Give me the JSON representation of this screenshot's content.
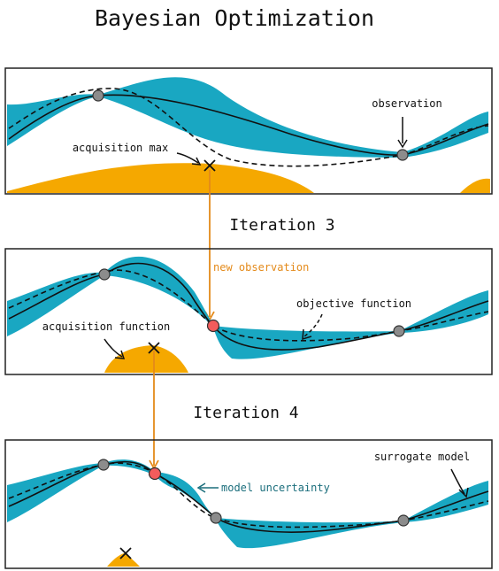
{
  "title": "Bayesian Optimization",
  "iteration_labels": [
    "Iteration 3",
    "Iteration 4"
  ],
  "annotations": {
    "observation": "observation",
    "acquisition_max": "acquisition max",
    "new_observation": "new observation",
    "objective_function": "objective function",
    "acquisition_function": "acquisition function",
    "model_uncertainty": "model uncertainty",
    "surrogate_model": "surrogate model"
  },
  "colors": {
    "uncertainty": "#19a7c2",
    "acquisition": "#f5a800",
    "observation_point": "#8c8c8c",
    "new_point": "#f25c5c",
    "arrow_orange": "#e48a1a",
    "text_teal": "#1b6e7c"
  },
  "panels": [
    {
      "name": "iteration-2",
      "observations": 2,
      "new_observations": 0
    },
    {
      "name": "iteration-3",
      "observations": 2,
      "new_observations": 1
    },
    {
      "name": "iteration-4",
      "observations": 3,
      "new_observations": 1
    }
  ]
}
